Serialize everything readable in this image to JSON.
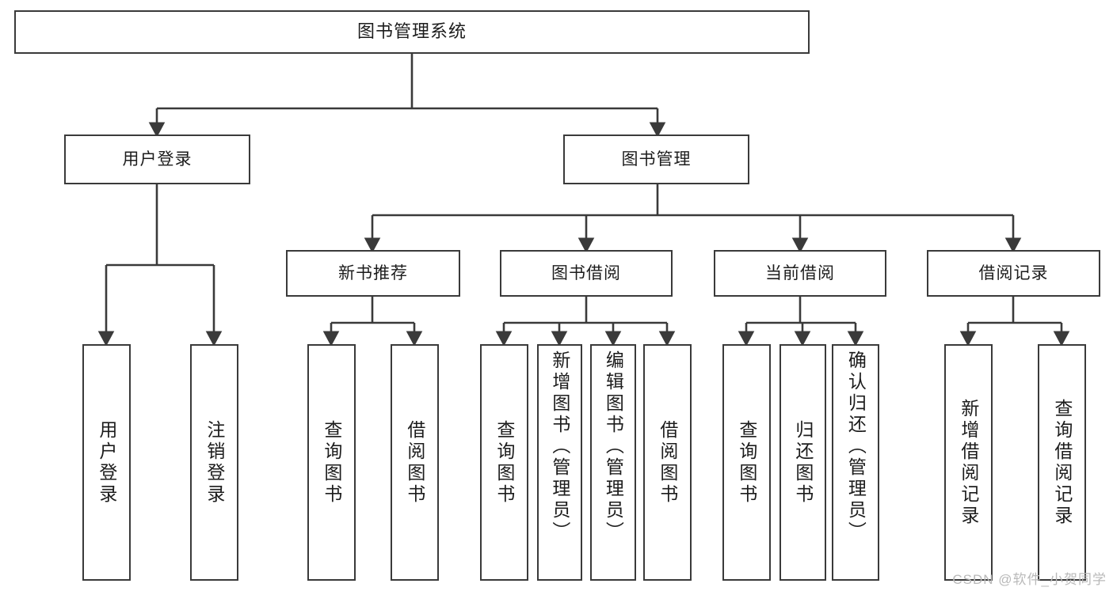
{
  "diagram": {
    "title": "图书管理系统",
    "watermark": "CSDN @软件_小贺同学",
    "line_color": "#3a3a3a",
    "box_fill": "#ffffff",
    "text_color": "#1c1c1c",
    "root": {
      "label": "图书管理系统"
    },
    "level2": [
      {
        "id": "user-login",
        "label": "用户登录"
      },
      {
        "id": "book-manage",
        "label": "图书管理"
      }
    ],
    "level3": [
      {
        "id": "new-book-rec",
        "label": "新书推荐"
      },
      {
        "id": "book-borrow",
        "label": "图书借阅"
      },
      {
        "id": "current-borrow",
        "label": "当前借阅"
      },
      {
        "id": "borrow-record",
        "label": "借阅记录"
      }
    ],
    "leaves": {
      "user-login": [
        {
          "id": "leaf-user-login",
          "label": "用户登录"
        },
        {
          "id": "leaf-logout",
          "label": "注销登录"
        }
      ],
      "new-book-rec": [
        {
          "id": "leaf-query-book-1",
          "label": "查询图书"
        },
        {
          "id": "leaf-borrow-book-1",
          "label": "借阅图书"
        }
      ],
      "book-borrow": [
        {
          "id": "leaf-query-book-2",
          "label": "查询图书"
        },
        {
          "id": "leaf-add-book",
          "label": "新增图书（管理员）"
        },
        {
          "id": "leaf-edit-book",
          "label": "编辑图书（管理员）"
        },
        {
          "id": "leaf-borrow-book-2",
          "label": "借阅图书"
        }
      ],
      "current-borrow": [
        {
          "id": "leaf-query-book-3",
          "label": "查询图书"
        },
        {
          "id": "leaf-return-book",
          "label": "归还图书"
        },
        {
          "id": "leaf-confirm-return",
          "label": "确认归还（管理员）"
        }
      ],
      "borrow-record": [
        {
          "id": "leaf-add-record",
          "label": "新增借阅记录"
        },
        {
          "id": "leaf-query-record",
          "label": "查询借阅记录"
        }
      ]
    }
  }
}
